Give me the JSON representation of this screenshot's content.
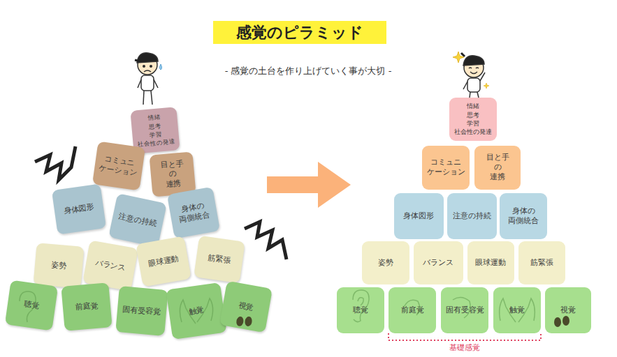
{
  "diagram": {
    "title": "感覚のピラミッド",
    "nodes": [
      {
        "text": [
          "情緒",
          "思考",
          "学習",
          "社会性の発達"
        ]
      },
      {
        "text": [
          "コミュニ ケーション"
        ]
      },
      {
        "text": [
          "目と手 の 連携"
        ]
      },
      {
        "text": [
          "身体図形"
        ]
      },
      {
        "text": [
          "注意の持続"
        ]
      },
      {
        "text": [
          "身体の 両側統合"
        ]
      },
      {
        "text": [
          "姿勢"
        ]
      },
      {
        "text": [
          "バランス"
        ]
      },
      {
        "text": [
          "眼球運動"
        ]
      },
      {
        "text": [
          "筋緊張"
        ]
      },
      {
        "text": [
          "聴覚"
        ]
      },
      {
        "text": [
          "前庭覚"
        ]
      },
      {
        "text": [
          "固有受容覚"
        ]
      },
      {
        "text": [
          "触覚"
        ]
      },
      {
        "text": [
          "視覚"
        ]
      },
      {
        "text": [
          "情緒",
          "思考",
          "学習",
          "社会性の発達"
        ]
      },
      {
        "text": [
          "コミュニ ケーション"
        ]
      },
      {
        "text": [
          "目と手 の 連携"
        ]
      },
      {
        "text": [
          "身体図形"
        ]
      },
      {
        "text": [
          "注意の持続"
        ]
      },
      {
        "text": [
          "身体の 両側統合"
        ]
      },
      {
        "text": [
          "姿勢"
        ]
      },
      {
        "text": [
          "バランス"
        ]
      },
      {
        "text": [
          "眼球運動"
        ]
      },
      {
        "text": [
          "筋緊張"
        ]
      },
      {
        "text": [
          "聴覚"
        ]
      },
      {
        "text": [
          "前庭覚"
        ]
      },
      {
        "text": [
          "固有受容覚"
        ]
      },
      {
        "text": [
          "触覚"
        ]
      },
      {
        "text": [
          "視覚"
        ]
      }
    ],
    "labels": [
      "- 感覚の土台を作り上げていく事が大切 -",
      "基礎感覚"
    ]
  }
}
